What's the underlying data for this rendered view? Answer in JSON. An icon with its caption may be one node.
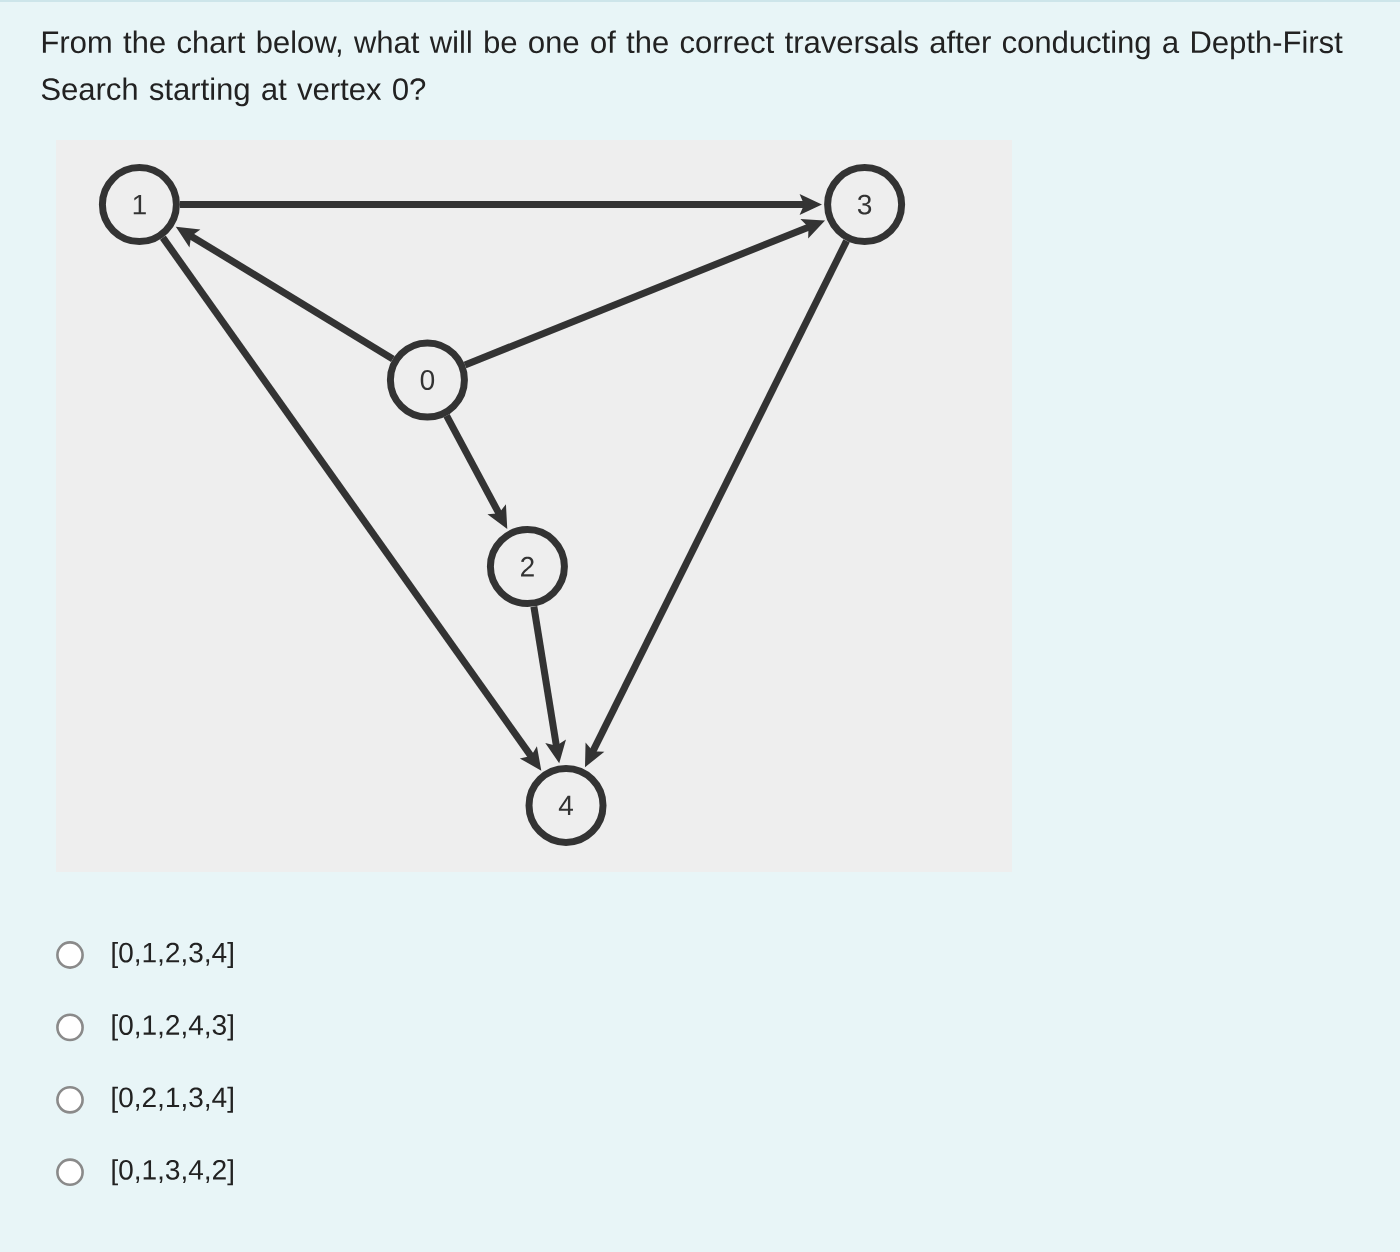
{
  "diagram": {
    "title": "From the chart below, what will be one of the correct traversals after conducting a Depth-First Search starting at vertex 0?",
    "nodes": [
      {
        "text": [
          "1"
        ]
      },
      {
        "text": [
          "3"
        ]
      },
      {
        "text": [
          "0"
        ]
      },
      {
        "text": [
          "2"
        ]
      },
      {
        "text": [
          "4"
        ]
      }
    ],
    "edges": [
      {
        "from": 0,
        "to": 1,
        "arrow": "to"
      },
      {
        "from": 2,
        "to": 0,
        "arrow": "to"
      },
      {
        "from": 2,
        "to": 1,
        "arrow": "to"
      },
      {
        "from": 2,
        "to": 3,
        "arrow": "to"
      },
      {
        "from": 0,
        "to": 4,
        "arrow": "to"
      },
      {
        "from": 3,
        "to": 4,
        "arrow": "to"
      },
      {
        "from": 1,
        "to": 4,
        "arrow": "to"
      }
    ],
    "labels": [
      "[0,1,2,3,4]",
      "[0,1,2,4,3]",
      "[0,2,1,3,4]",
      "[0,1,3,4,2]"
    ]
  }
}
